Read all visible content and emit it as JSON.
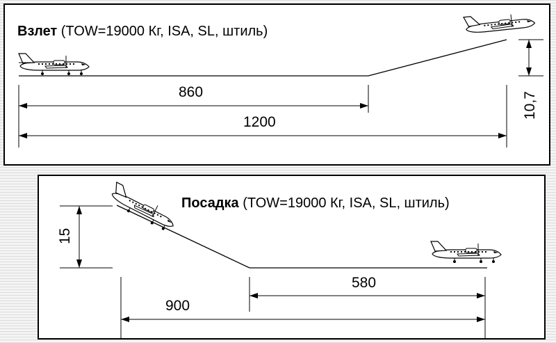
{
  "takeoff": {
    "title_bold": "Взлет",
    "title_rest": " (TOW=19000 Кг, ISA, SL, штиль)",
    "dim_ground_roll": "860",
    "dim_total": "1200",
    "dim_height": "10,7"
  },
  "landing": {
    "title_bold": "Посадка",
    "title_rest": " (TOW=19000 Кг, ISA, SL, штиль)",
    "dim_height": "15",
    "dim_ground_roll": "580",
    "dim_total": "900"
  }
}
